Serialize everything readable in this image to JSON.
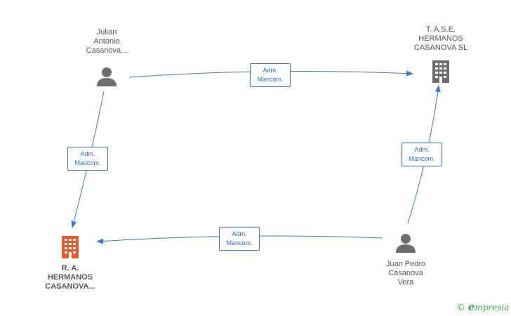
{
  "nodes": {
    "julian": {
      "label": "Julian\nAntonio\nCasanova...",
      "type": "person"
    },
    "tase": {
      "label": "T. A.S.E.\nHERMANOS\nCASANOVA SL",
      "type": "company"
    },
    "ra": {
      "label": "R. A.\nHERMANOS\nCASANOVA...",
      "type": "company-main"
    },
    "juan": {
      "label": "Juan Pedro\nCasanova\nVera",
      "type": "person"
    }
  },
  "edges": [
    {
      "from": "julian",
      "to": "tase",
      "label": "Adm.\nMancom."
    },
    {
      "from": "julian",
      "to": "ra",
      "label": "Adm.\nMancom."
    },
    {
      "from": "juan",
      "to": "tase",
      "label": "Adm.\nMancom."
    },
    {
      "from": "juan",
      "to": "ra",
      "label": "Adm.\nMancom."
    }
  ],
  "colors": {
    "person": "#6e6e6e",
    "company": "#6e6e6e",
    "company_main": "#f0592a",
    "edge": "#3a79c9"
  },
  "brand": {
    "copyright": "©",
    "name_initial": "e",
    "name_rest": "mpresia"
  }
}
